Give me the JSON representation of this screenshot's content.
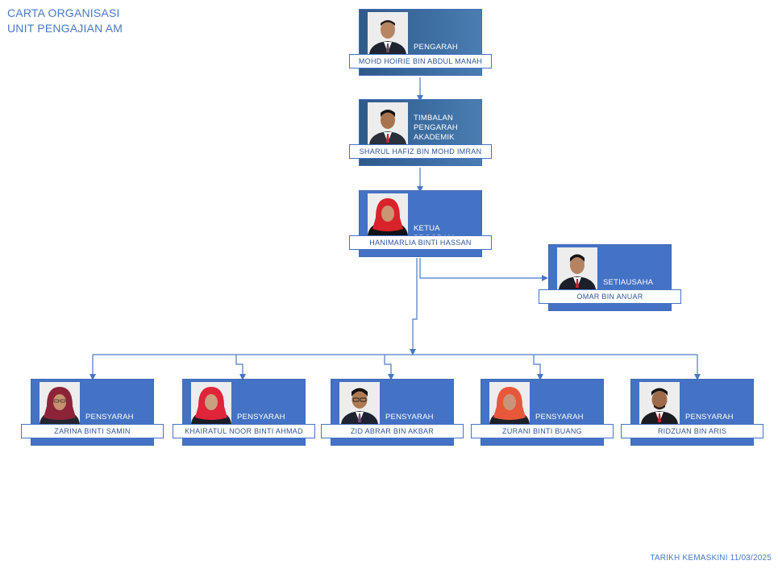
{
  "header": {
    "title_line1": "CARTA ORGANISASI",
    "title_line2": "UNIT PENGAJIAN AM"
  },
  "footer": {
    "updated": "TARIKH KEMASKINI 11/03/2025"
  },
  "colors": {
    "accent": "#4472c4",
    "connector": "#4a78c2",
    "title_text": "#4a78c2",
    "name_text": "#2f5597",
    "dark_card": "#3e6fa3"
  },
  "staff": {
    "pengarah": {
      "role": "PENGARAH",
      "name": "MOHD HOIRIE BIN ABDUL MANAH"
    },
    "timbalan": {
      "role": "TIMBALAN\nPENGARAH\nAKADEMIK",
      "name": "SHARUL HAFIZ BIN MOHD IMRAN"
    },
    "ketua": {
      "role": "KETUA PROGRAM",
      "name": "HANIMARLIA BINTI HASSAN"
    },
    "setiausaha": {
      "role": "SETIAUSAHA",
      "name": "OMAR BIN ANUAR"
    },
    "pensyarah1": {
      "role": "PENSYARAH",
      "name": "ZARINA BINTI SAMIN"
    },
    "pensyarah2": {
      "role": "PENSYARAH",
      "name": "KHAIRATUL NOOR BINTI AHMAD"
    },
    "pensyarah3": {
      "role": "PENSYARAH",
      "name": "ZID ABRAR BIN AKBAR"
    },
    "pensyarah4": {
      "role": "PENSYARAH",
      "name": "ZURANI BINTI BUANG"
    },
    "pensyarah5": {
      "role": "PENSYARAH",
      "name": "RIDZUAN BIN ARIS"
    }
  }
}
